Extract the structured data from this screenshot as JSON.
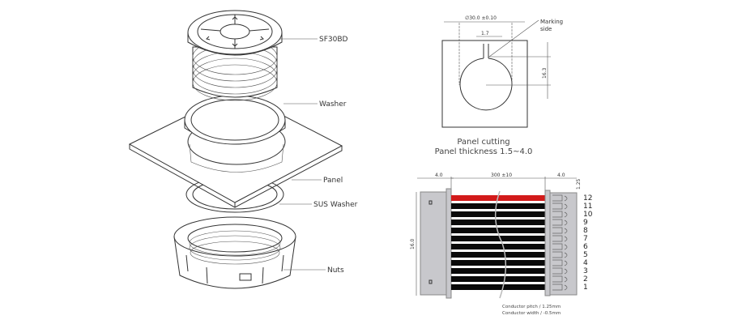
{
  "exploded_view": {
    "labels": [
      "SF30BD",
      "Washer",
      "Panel",
      "SUS Washer",
      "Nuts"
    ]
  },
  "panel_cutting": {
    "diameter_dim": "∅30.0 ±0.10",
    "key_width_dim": "1.7",
    "key_height_dim": "16.3",
    "marking_label_line1": "Marking",
    "marking_label_line2": "side",
    "caption_line1": "Panel cutting",
    "caption_line2": "Panel thickness 1.5~4.0"
  },
  "cable": {
    "left_dim": "4.0",
    "length_dim": "300 ±10",
    "right_dim": "4.0",
    "pitch_dim": "1.25",
    "height_dim": "16.0",
    "pin_numbers": [
      "12",
      "11",
      "10",
      "9",
      "8",
      "7",
      "6",
      "5",
      "4",
      "3",
      "2",
      "1"
    ],
    "note_line1": "Conductor pitch / 1.25mm",
    "note_line2": "Conductor width / -0.5mm",
    "colors": {
      "red_conductor": "#d21a1a",
      "conductor": "#0a0a0a",
      "connector": "#c8c8cc"
    }
  }
}
